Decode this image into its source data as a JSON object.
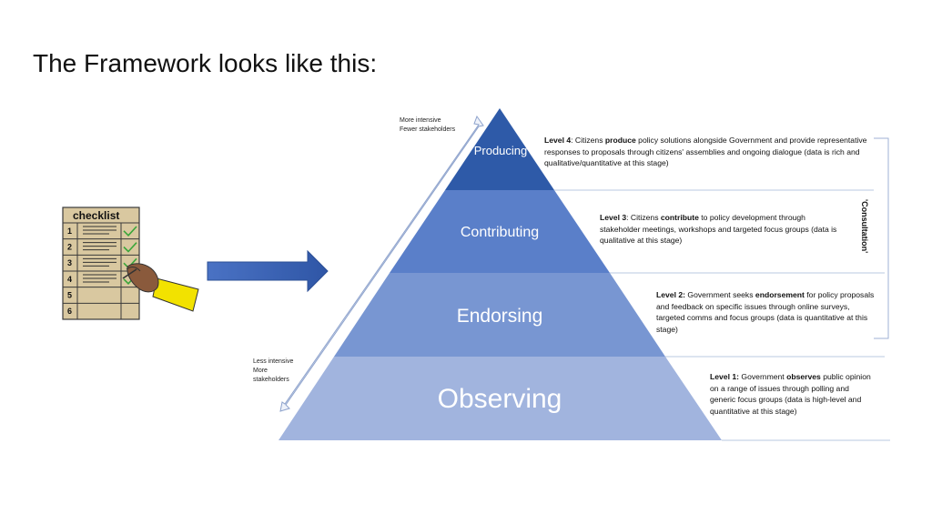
{
  "slide": {
    "title": "The Framework looks like this:"
  },
  "checklist": {
    "title": "checklist",
    "rows": [
      "1",
      "2",
      "3",
      "4",
      "5",
      "6"
    ],
    "checked_rows": 4
  },
  "pyramid": {
    "levels": [
      {
        "label": "Producing"
      },
      {
        "label": "Contributing"
      },
      {
        "label": "Endorsing"
      },
      {
        "label": "Observing"
      }
    ],
    "colors": {
      "producing": "#2e5aa8",
      "contributing": "#5a7fc9",
      "endorsing": "#7896d2",
      "observing": "#a1b4de"
    }
  },
  "arrow_notes": {
    "top_line1": "More intensive",
    "top_line2": "Fewer stakeholders",
    "bottom_line1": "Less intensive",
    "bottom_line2": "More",
    "bottom_line3": "stakeholders"
  },
  "descriptions": {
    "level4": {
      "prefix": "Level 4",
      "part1": ": Citizens ",
      "keyword": "produce",
      "part2": " policy solutions alongside Government and provide representative responses to proposals through citizens' assemblies and ongoing dialogue (data is rich and qualitative/quantitative  at this stage)"
    },
    "level3": {
      "prefix": "Level 3",
      "part1": ": Citizens ",
      "keyword": "contribute",
      "part2": " to policy development  through stakeholder meetings, workshops and targeted focus groups (data is qualitative at this stage)"
    },
    "level2": {
      "prefix": "Level 2:",
      "part1": " Government  seeks ",
      "keyword": "endorsement",
      "part2": " for policy proposals and feedback on specific issues through online surveys, targeted comms and focus groups (data is quantitative at this stage)"
    },
    "level1": {
      "prefix": "Level 1:",
      "part1": " Government ",
      "keyword": "observes",
      "part2": " public opinion on a range of issues through polling and generic focus groups (data is high-level and quantitative at this stage)"
    }
  },
  "consultation_label": "'Consultation'"
}
